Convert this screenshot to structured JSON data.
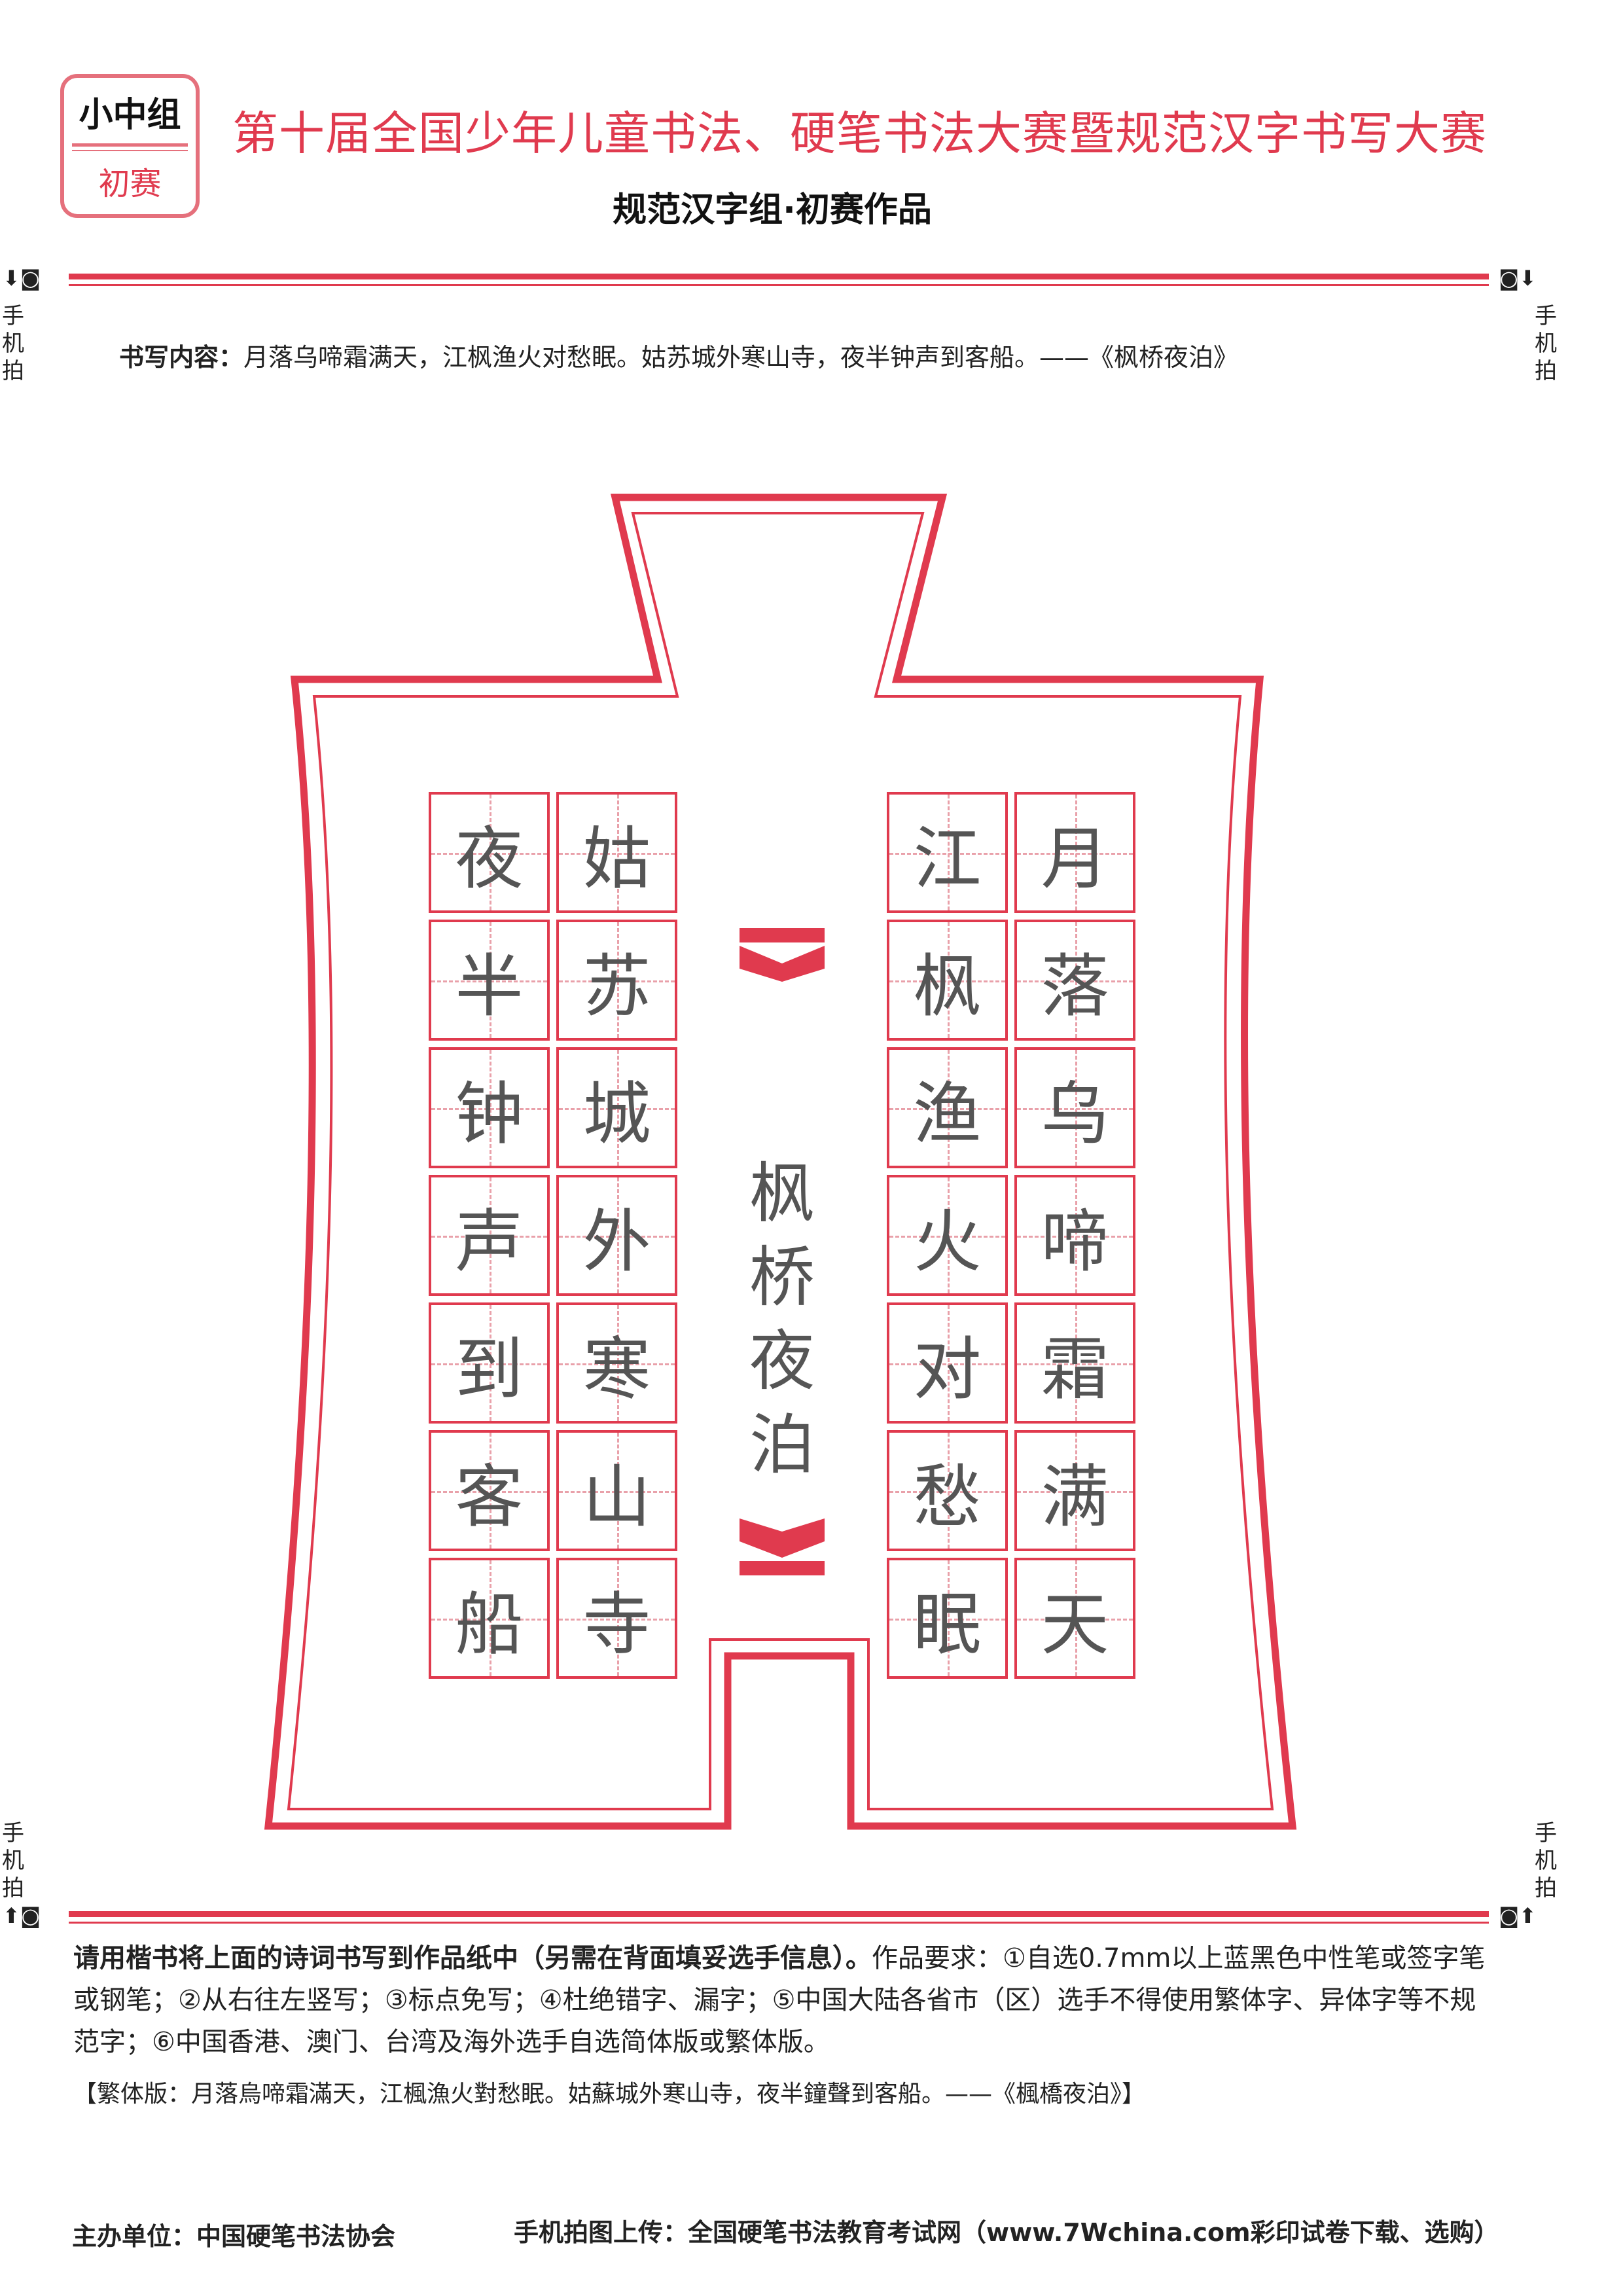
{
  "badge": {
    "group": "小中组",
    "stage": "初赛"
  },
  "header": {
    "title": "第十届全国少年儿童书法、硬笔书法大赛暨规范汉字书写大赛",
    "subtitle": "规范汉字组·初赛作品"
  },
  "photo_hint": {
    "label": "手机拍",
    "down_icon": "arrow-down-icon",
    "up_icon": "arrow-up-icon",
    "camera_icon": "camera-icon"
  },
  "content": {
    "prefix": "书写内容：",
    "text": "月落乌啼霜满天，江枫渔火对愁眠。姑苏城外寒山寺，夜半钟声到客船。——《枫桥夜泊》"
  },
  "poem_columns": [
    {
      "chars": [
        "月",
        "落",
        "乌",
        "啼",
        "霜",
        "满",
        "天"
      ]
    },
    {
      "chars": [
        "江",
        "枫",
        "渔",
        "火",
        "对",
        "愁",
        "眠"
      ]
    },
    {
      "chars": [
        "姑",
        "苏",
        "城",
        "外",
        "寒",
        "山",
        "寺"
      ]
    },
    {
      "chars": [
        "夜",
        "半",
        "钟",
        "声",
        "到",
        "客",
        "船"
      ]
    }
  ],
  "center_title": "枫桥夜泊",
  "instructions": {
    "lead": "请用楷书将上面的诗词书写到作品纸中（另需在背面填妥选手信息）。",
    "requirements": "作品要求：①自选0.7mm以上蓝黑色中性笔或签字笔或钢笔；②从右往左竖写；③标点免写；④杜绝错字、漏字；⑤中国大陆各省市（区）选手不得使用繁体字、异体字等不规范字；⑥中国香港、澳门、台湾及海外选手自选简体版或繁体版。",
    "traditional": "【繁体版：月落烏啼霜滿天，江楓漁火對愁眠。姑蘇城外寒山寺，夜半鐘聲到客船。——《楓橋夜泊》】"
  },
  "footer": {
    "organizer": "主办单位：中国硬笔书法协会",
    "upload": "手机拍图上传：全国硬笔书法教育考试网（www.7Wchina.com彩印试卷下载、选购）"
  },
  "colors": {
    "accent": "#e03a4e",
    "grid_dash": "#e9a1aa"
  }
}
